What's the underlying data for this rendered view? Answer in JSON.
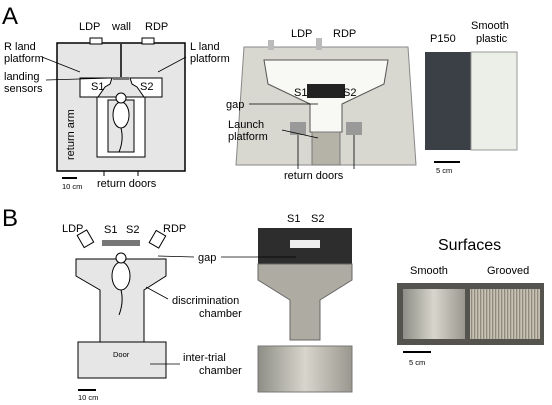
{
  "panel_a": {
    "letter": "A",
    "schematic": {
      "ldp": "LDP",
      "wall": "wall",
      "rdp": "RDP",
      "r_land_platform": [
        "R land",
        "platform"
      ],
      "l_land_platform": [
        "L land",
        "platform"
      ],
      "landing_sensors": [
        "landing",
        "sensors"
      ],
      "s1": "S1",
      "s2": "S2",
      "return_arm": "return arm",
      "scale": "10 cm",
      "return_doors": "return doors"
    },
    "photo": {
      "ldp": "LDP",
      "rdp": "RDP",
      "s1": "S1",
      "s2": "S2",
      "gap": "gap",
      "launch_platform": [
        "Launch",
        "platform"
      ],
      "return_doors": "return doors"
    },
    "surfaces": {
      "p150": "P150",
      "smooth_plastic": [
        "Smooth",
        "plastic"
      ],
      "scale": "5 cm"
    }
  },
  "panel_b": {
    "letter": "B",
    "schematic": {
      "ldp": "LDP",
      "s1": "S1",
      "s2": "S2",
      "rdp": "RDP",
      "door": "Door",
      "scale": "10 cm"
    },
    "photo": {
      "s1": "S1",
      "s2": "S2",
      "gap": "gap",
      "discrimination_chamber": [
        "discrimination",
        "chamber"
      ],
      "inter_trial_chamber": [
        "inter-trial",
        "chamber"
      ]
    },
    "surfaces": {
      "title": "Surfaces",
      "smooth": "Smooth",
      "grooved": "Grooved",
      "scale": "5 cm"
    }
  }
}
